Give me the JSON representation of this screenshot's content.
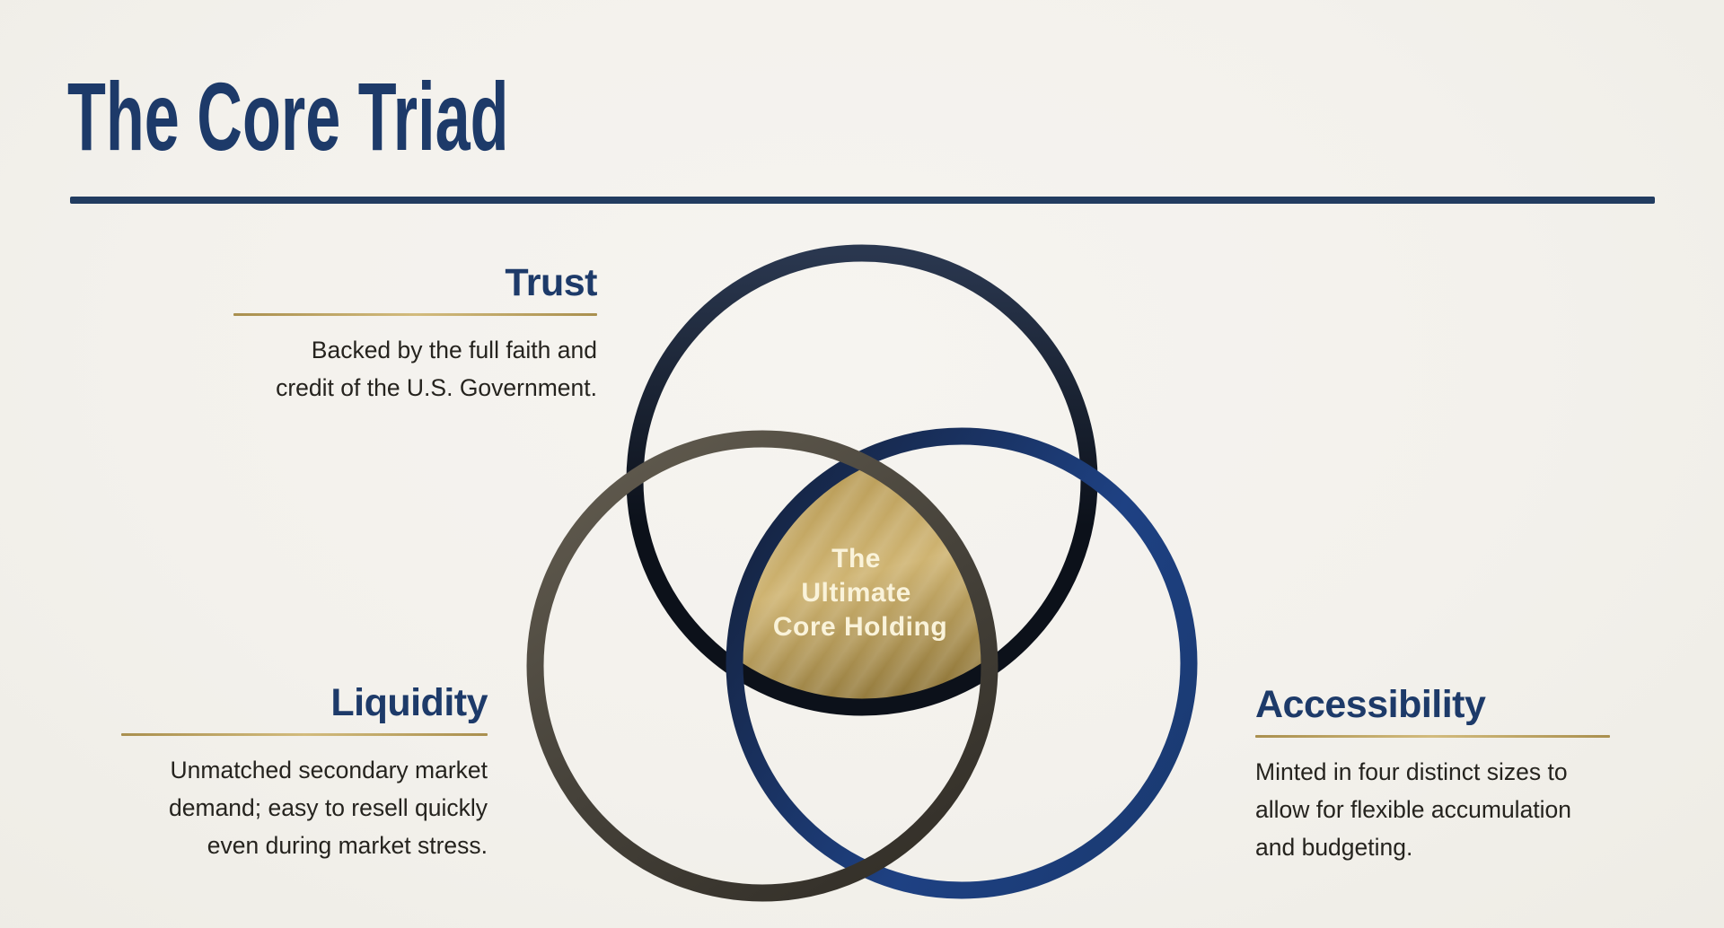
{
  "header": {
    "title": "The Core Triad"
  },
  "venn": {
    "center_label": {
      "line1": "The",
      "line2": "Ultimate",
      "line3": "Core Holding"
    },
    "center_text_color": "#faf3da",
    "center_fill": [
      "#b79a55",
      "#cfb472",
      "#8a7134"
    ],
    "rings": [
      {
        "name": "Trust",
        "colors": [
          "#2a374f",
          "#0c111a",
          "#0c111a"
        ]
      },
      {
        "name": "Liquidity",
        "colors": [
          "#5f594d",
          "#46423a",
          "#332f28"
        ]
      },
      {
        "name": "Accessibility",
        "colors": [
          "#152340",
          "#1e4183",
          "#1a3a72"
        ]
      }
    ]
  },
  "callouts": {
    "trust": {
      "title": "Trust",
      "body": "Backed by the full faith and credit of the U.S. Government."
    },
    "liquidity": {
      "title": "Liquidity",
      "body": "Unmatched secondary market demand; easy to resell quickly even during market stress."
    },
    "accessibility": {
      "title": "Accessibility",
      "body": "Minted in four distinct sizes to allow for flexible accumulation and budgeting."
    }
  },
  "theme": {
    "background": "#f3f1ec",
    "heading_navy": "#1d3a69",
    "body_text": "#25231e",
    "gold_accent": "#b0984f",
    "title_rule_navy": "#223c60"
  }
}
